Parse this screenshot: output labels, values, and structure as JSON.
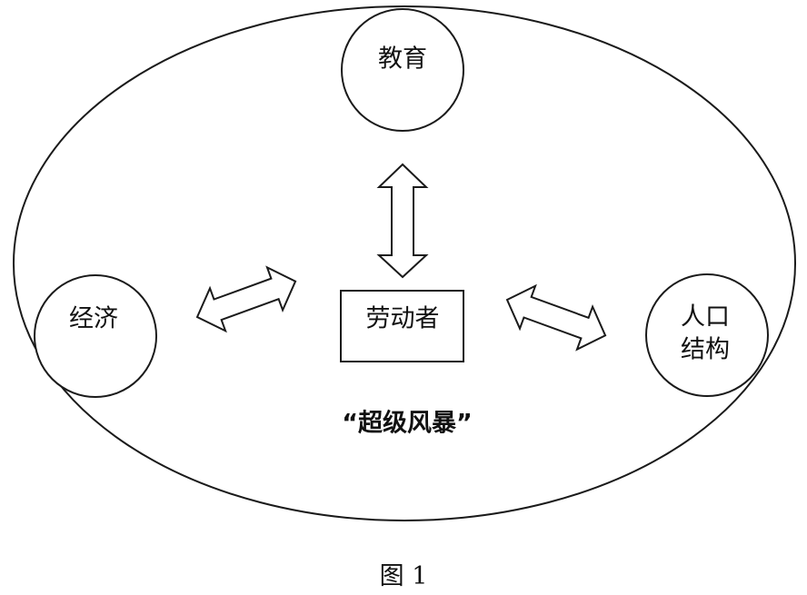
{
  "diagram": {
    "nodes": {
      "education": "教育",
      "economy": "经济",
      "worker": "劳动者",
      "population_line1": "人口",
      "population_line2": "结构"
    },
    "storm_label": "“超级风暴”"
  },
  "caption": "图 1",
  "colors": {
    "stroke": "#1a1a1a",
    "text": "#111111",
    "background": "#ffffff"
  }
}
